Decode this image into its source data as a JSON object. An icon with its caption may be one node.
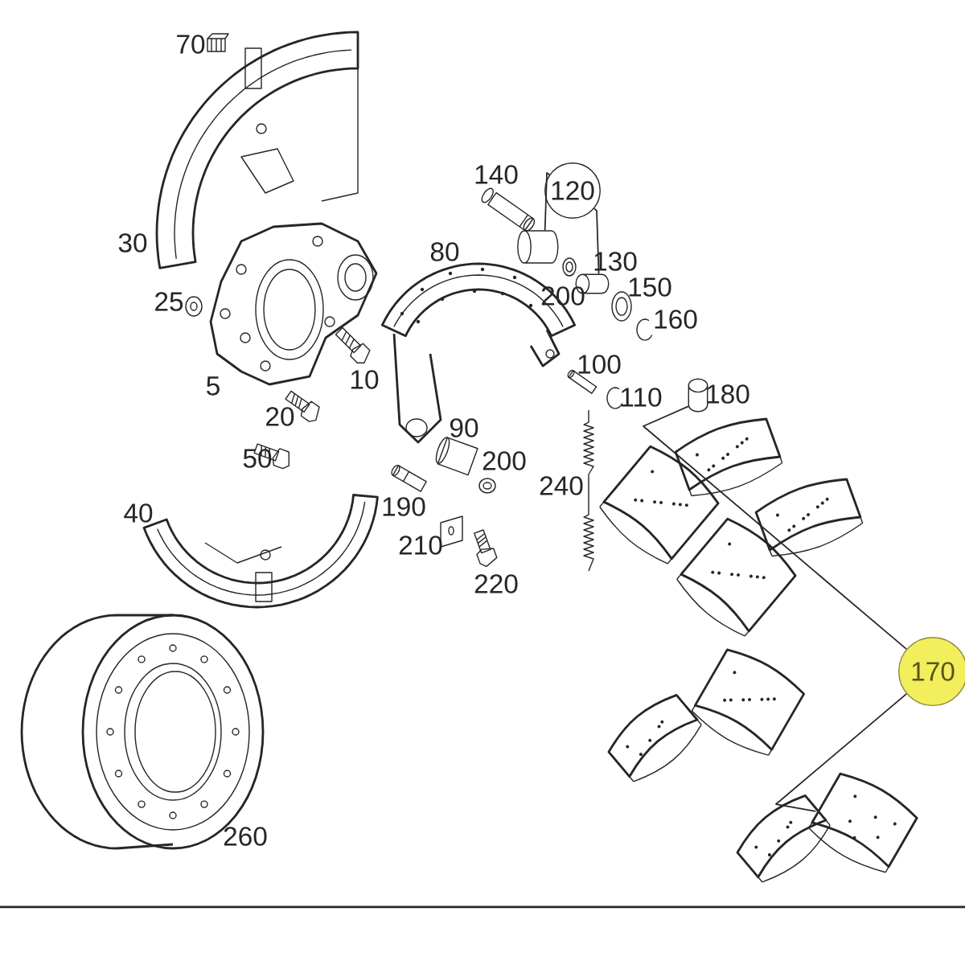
{
  "diagram": {
    "nodes": [
      {
        "text": [
          "120"
        ]
      },
      {
        "text": [],
        "shape": "cylinder"
      },
      {
        "text": [],
        "shape": "cylinder"
      },
      {
        "text": [
          "170"
        ]
      },
      {
        "text": [],
        "shape": "cylinder"
      },
      {
        "text": [],
        "shape": "picture"
      }
    ],
    "edges": [
      {
        "from": 0,
        "to": 1,
        "arrow": "none"
      },
      {
        "from": 0,
        "to": 2,
        "arrow": "none"
      },
      {
        "from": 3,
        "to": 4,
        "arrow": "none"
      },
      {
        "from": 3,
        "to": 5,
        "arrow": "none"
      }
    ],
    "labels": [
      "70",
      "140",
      "30",
      "80",
      "130",
      "200",
      "150",
      "25",
      "160",
      "100",
      "5",
      "10",
      "110",
      "180",
      "20",
      "90",
      "50",
      "200",
      "240",
      "40",
      "190",
      "210",
      "220",
      "260"
    ]
  }
}
